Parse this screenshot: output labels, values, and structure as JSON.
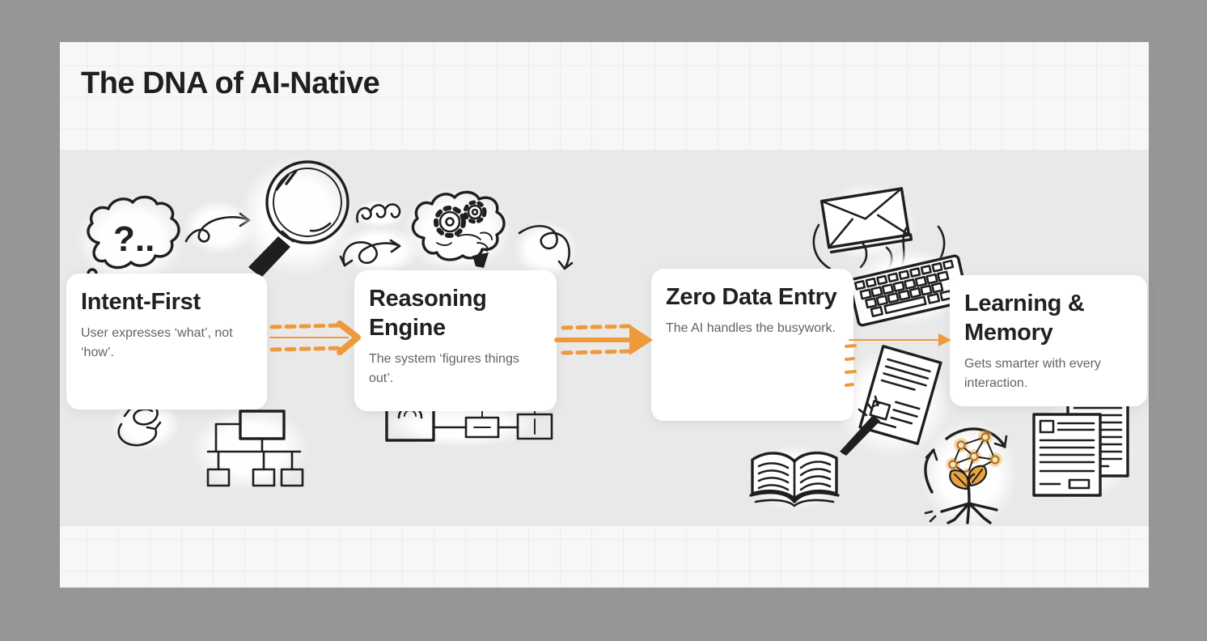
{
  "title": "The DNA of AI-Native",
  "colors": {
    "outer_background": "#969696",
    "slide_background": "#f7f7f7",
    "grid_line": "#ececec",
    "band_background": "#e9e9e9",
    "card_background": "#ffffff",
    "title_text": "#1f1f1f",
    "card_title_text": "#202124",
    "card_body_text": "#5f6368",
    "accent_orange": "#ee9a3b",
    "doodle_ink": "#1f1f1f",
    "doodle_orange_fill": "#eaa43f"
  },
  "cards": [
    {
      "id": "intent-first",
      "title": "Intent-First",
      "description": "User expresses ‘what’, not ‘how’."
    },
    {
      "id": "reasoning-engine",
      "title": "Reasoning Engine",
      "description": "The system ‘figures things out’."
    },
    {
      "id": "zero-data-entry",
      "title": "Zero Data Entry",
      "description": "The AI handles the busywork."
    },
    {
      "id": "learning-memory",
      "title": "Learning & Memory",
      "description": "Gets smarter with every interaction."
    }
  ],
  "thought_cloud_text": "?..",
  "flow_arrows": [
    {
      "from": "intent-first",
      "to": "reasoning-engine",
      "style": "double-dashed-chevron"
    },
    {
      "from": "reasoning-engine",
      "to": "zero-data-entry",
      "style": "double-dashed-solid-triangle"
    },
    {
      "from": "zero-data-entry",
      "to": "learning-memory",
      "style": "thin-solid-triangle"
    }
  ],
  "illustrations": [
    "thought-cloud",
    "squiggle-arrow",
    "magnifying-glass",
    "spring-coil",
    "brain-gears",
    "loop-arrow-left",
    "loop-arrow-right",
    "swirl",
    "org-chart",
    "circuit-diagram",
    "envelope",
    "motion-lines",
    "keyboard",
    "pencil",
    "pen-writing-document",
    "open-book",
    "growth-network-plant",
    "document-stack"
  ]
}
